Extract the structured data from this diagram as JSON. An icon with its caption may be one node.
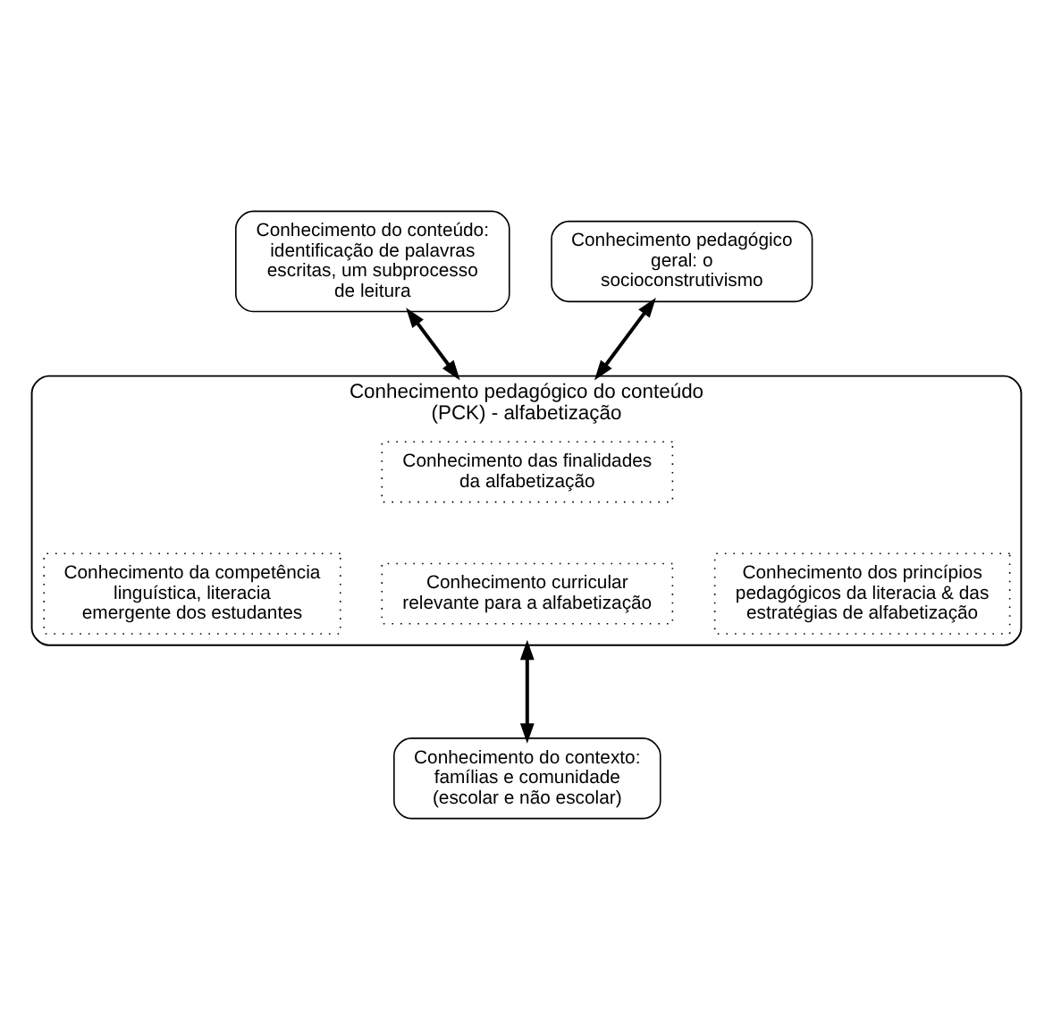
{
  "diagram": {
    "nodes": [
      {
        "text": [
          "Conhecimento do conteúdo: identificação de palavras escritas, um subprocesso de leitura"
        ]
      },
      {
        "text": [
          "Conhecimento pedagógico geral: o socioconstrutivismo"
        ]
      },
      {
        "text": [
          "Conhecimento pedagógico do conteúdo (PCK) - alfabetização"
        ]
      },
      {
        "text": [
          "Conhecimento das finalidades da alfabetização"
        ],
        "in": 2
      },
      {
        "text": [
          "Conhecimento da competência linguística, literacia emergente dos estudantes"
        ],
        "in": 2
      },
      {
        "text": [
          "Conhecimento curricular relevante para a alfabetização"
        ],
        "in": 2
      },
      {
        "text": [
          "Conhecimento dos princípios pedagógicos da literacia & das estratégias de alfabetização"
        ],
        "in": 2
      },
      {
        "text": [
          "Conhecimento do contexto: famílias e comunidade (escolar e não escolar)"
        ]
      }
    ],
    "edges": [
      {
        "from": 0,
        "to": 2,
        "arrow": "both"
      },
      {
        "from": 1,
        "to": 2,
        "arrow": "both"
      },
      {
        "from": 2,
        "to": 7,
        "arrow": "both"
      }
    ]
  }
}
